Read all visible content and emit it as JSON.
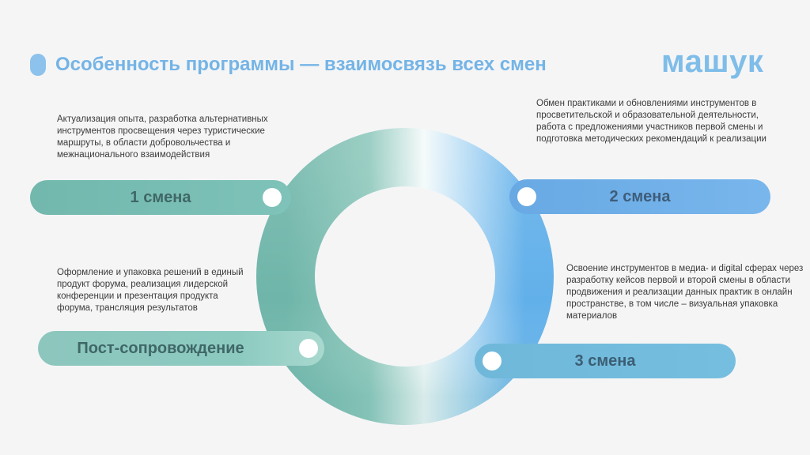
{
  "header": {
    "title": "Особенность программы — взаимосвязь всех смен",
    "logo": "машук"
  },
  "stages": [
    {
      "label": "1 смена",
      "description": "Актуализация опыта, разработка альтернативных инструментов просвещения через туристические маршруты, в области добровольчества и межнационального взаимодействия"
    },
    {
      "label": "2 смена",
      "description": "Обмен практиками и обновлениями инструментов в просветительской и образовательной деятельности, работа с предложениями участников первой смены и подготовка методических рекомендаций к реализации"
    },
    {
      "label": "3 смена",
      "description": "Освоение инструментов в медиа- и digital сферах через разработку кейсов первой и второй смены в области продвижения и реализации данных практик в онлайн пространстве, в том числе – визуальная упаковка материалов"
    },
    {
      "label": "Пост-сопровождение",
      "description": "Оформление и упаковка решений в единый продукт форума, реализация лидерской конференции и презентация продукта форума, трансляция результатов"
    }
  ],
  "colors": {
    "title": "#74b4e6",
    "teal": "#72b8ad",
    "blue": "#68a9e4",
    "background": "#f5f5f6"
  }
}
